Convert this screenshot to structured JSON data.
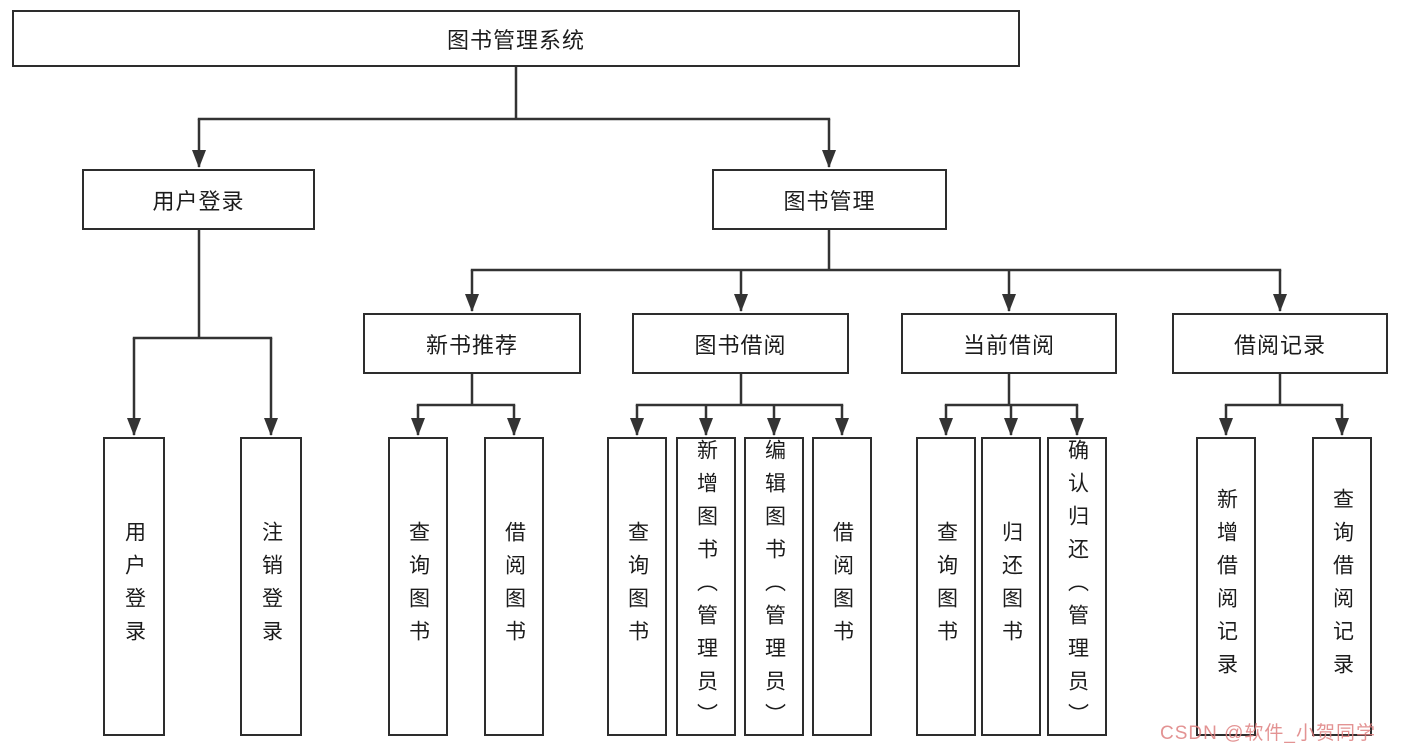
{
  "diagram_title": "图书管理系统",
  "tree": {
    "root": {
      "label": "图书管理系统"
    },
    "user_login": {
      "label": "用户登录",
      "children": [
        {
          "label": "用户登录"
        },
        {
          "label": "注销登录"
        }
      ]
    },
    "book_mgmt": {
      "label": "图书管理"
    },
    "new_book": {
      "label": "新书推荐",
      "children": [
        {
          "label": "查询图书"
        },
        {
          "label": "借阅图书"
        }
      ]
    },
    "book_borrow": {
      "label": "图书借阅",
      "children": [
        {
          "label": "查询图书"
        },
        {
          "label": "新增图书（管理员）"
        },
        {
          "label": "编辑图书（管理员）"
        },
        {
          "label": "借阅图书"
        }
      ]
    },
    "current_borrow": {
      "label": "当前借阅",
      "children": [
        {
          "label": "查询图书"
        },
        {
          "label": "归还图书"
        },
        {
          "label": "确认归还（管理员）"
        }
      ]
    },
    "borrow_records": {
      "label": "借阅记录",
      "children": [
        {
          "label": "新增借阅记录"
        },
        {
          "label": "查询借阅记录"
        }
      ]
    }
  },
  "watermark": {
    "text": "CSDN @软件_小贺同学",
    "color": "#de8080"
  },
  "colors": {
    "line": "#333333",
    "box_border": "#2d2d2d",
    "text": "#1c1c1c",
    "background": "#ffffff"
  }
}
